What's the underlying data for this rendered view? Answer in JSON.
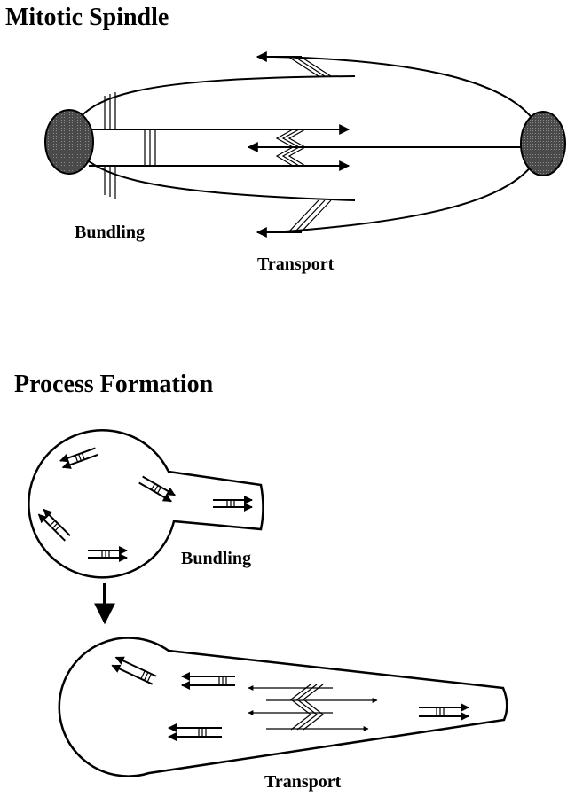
{
  "titles": {
    "spindle": "Mitotic Spindle",
    "process": "Process Formation"
  },
  "labels": {
    "spindle_bundling": "Bundling",
    "spindle_transport": "Transport",
    "process_bundling": "Bundling",
    "process_transport": "Transport"
  },
  "colors": {
    "ink": "#000000",
    "pole_fill": "#555555",
    "background": "#ffffff"
  }
}
